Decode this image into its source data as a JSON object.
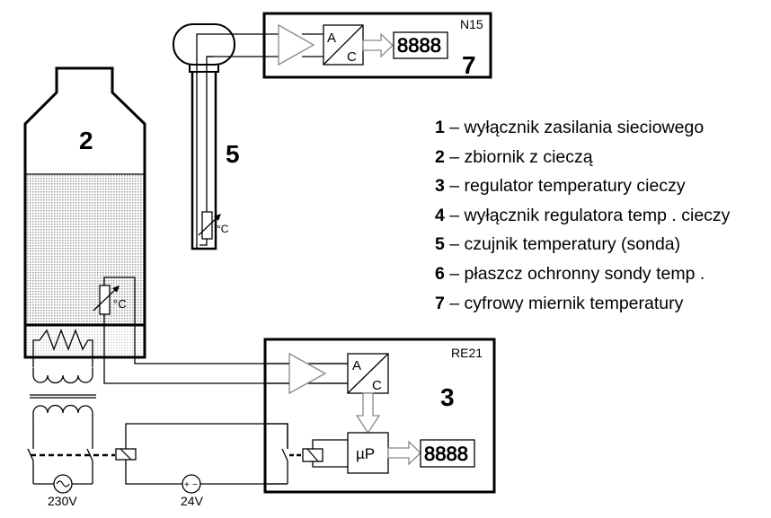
{
  "diagram": {
    "tank": {
      "label": "2"
    },
    "probe": {
      "label": "5",
      "sensor_unit": "°C"
    },
    "tank_sensor": {
      "sensor_unit": "°C"
    },
    "meter": {
      "model": "N15",
      "label": "7",
      "adc_top": "A",
      "adc_bottom": "C",
      "display_digits": "8888"
    },
    "regulator": {
      "model": "RE21",
      "label": "3",
      "adc_top": "A",
      "adc_bottom": "C",
      "cpu": "µP",
      "display_digits": "8888"
    },
    "sources": {
      "mains": "230V",
      "dc": "24V",
      "dc_plus": "+",
      "dc_minus": "−"
    }
  },
  "legend": [
    {
      "num": "1",
      "text": "wyłącznik zasilania sieciowego"
    },
    {
      "num": "2",
      "text": "zbiornik z cieczą"
    },
    {
      "num": "3",
      "text": "regulator temperatury cieczy"
    },
    {
      "num": "4",
      "text": "wyłącznik regulatora temp . cieczy"
    },
    {
      "num": "5",
      "text": "czujnik temperatury  (sonda)"
    },
    {
      "num": "6",
      "text": "płaszcz ochronny sondy temp ."
    },
    {
      "num": "7",
      "text": "cyfrowy miernik temperatury"
    }
  ],
  "legend_dash": " – "
}
